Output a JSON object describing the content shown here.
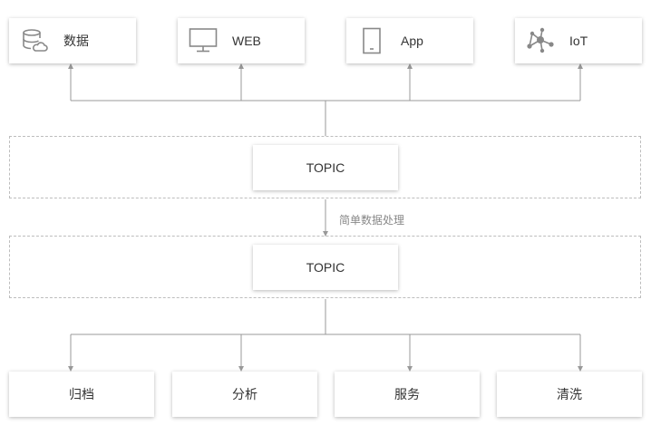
{
  "sources": [
    {
      "label": "数据",
      "icon": "database-cloud-icon"
    },
    {
      "label": "WEB",
      "icon": "monitor-icon"
    },
    {
      "label": "App",
      "icon": "mobile-phone-icon"
    },
    {
      "label": "IoT",
      "icon": "network-hub-icon"
    }
  ],
  "upper_topic": {
    "label": "TOPIC"
  },
  "lower_topic": {
    "label": "TOPIC"
  },
  "processing_edge": {
    "label": "简单数据处理"
  },
  "consumers": [
    {
      "label": "归档"
    },
    {
      "label": "分析"
    },
    {
      "label": "服务"
    },
    {
      "label": "清洗"
    }
  ],
  "colors": {
    "line": "#999999",
    "dashed_border": "#bdbdbd",
    "icon": "#888888",
    "text": "#333333",
    "edge_label": "#888888"
  }
}
